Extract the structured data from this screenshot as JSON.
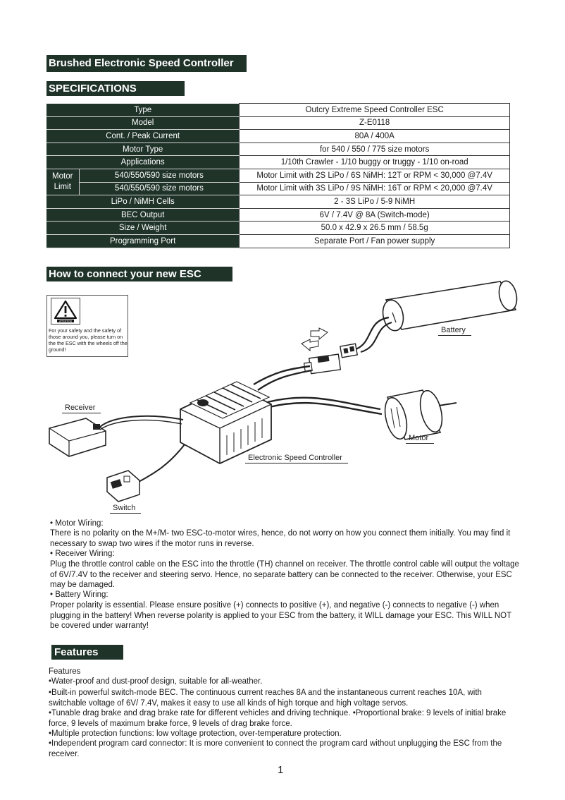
{
  "banners": {
    "title": "Brushed Electronic Speed Controller",
    "specifications": "SPECIFICATIONS",
    "connect": "How to connect your new ESC",
    "features": "Features"
  },
  "spec_table": {
    "rows": [
      {
        "label": "Type",
        "value": "Outcry Extreme Speed Controller ESC"
      },
      {
        "label": "Model",
        "value": "Z-E0118"
      },
      {
        "label": "Cont. / Peak Current",
        "value": "80A / 400A"
      },
      {
        "label": "Motor Type",
        "value": "for 540 / 550 / 775 size motors"
      },
      {
        "label": "Applications",
        "value": "1/10th Crawler - 1/10 buggy or truggy - 1/10 on-road"
      }
    ],
    "motor_limit": {
      "group_label_1": "Motor",
      "group_label_2": "Limit",
      "rows": [
        {
          "label": "540/550/590 size motors",
          "value": "Motor Limit with 2S LiPo / 6S NiMH: 12T or RPM < 30,000 @7.4V"
        },
        {
          "label": "540/550/590 size motors",
          "value": "Motor Limit with 3S LiPo / 9S NiMH: 16T or RPM < 20,000 @7.4V"
        }
      ]
    },
    "rows_after": [
      {
        "label": "LiPo / NiMH Cells",
        "value": "2 - 3S LiPo / 5-9 NiMH"
      },
      {
        "label": "BEC Output",
        "value": "6V / 7.4V @ 8A (Switch-mode)"
      },
      {
        "label": "Size / Weight",
        "value": "50.0 x 42.9 x 26.5 mm / 58.5g"
      },
      {
        "label": "Programming Port",
        "value": "Separate Port / Fan power supply"
      }
    ]
  },
  "warning": {
    "icon": "warning-triangle-icon",
    "icon_caption": "ATTENTION",
    "text": "For your safety and the safety of those around you, please turn on the  the ESC with the wheels off the ground!"
  },
  "diagram_labels": {
    "battery": "Battery",
    "receiver": "Receiver",
    "motor": "Motor",
    "esc": "Electronic Speed Controller",
    "switch": "Switch"
  },
  "wiring": {
    "motor_title": "• Motor Wiring:",
    "motor_body": "There is no polarity on the M+/M- two ESC-to-motor wires, hence, do not worry on how you connect them initially. You may find it necessary to swap two wires if the motor runs in reverse.",
    "receiver_title": "• Receiver Wiring:",
    "receiver_body": "Plug the throttle control cable on the ESC into the throttle (TH) channel on receiver. The throttle control cable will output the voltage of 6V/7.4V to the receiver and steering servo. Hence, no separate battery can be connected to the receiver. Otherwise, your ESC may be damaged.",
    "battery_title": "• Battery Wiring:",
    "battery_body": "Proper polarity is essential. Please ensure positive (+) connects to positive (+), and negative (-) connects to negative (-) when plugging in the battery! When reverse polarity is applied to your ESC from the battery, it WILL damage your ESC. This WILL NOT be covered under warranty!"
  },
  "features": {
    "heading": "Features",
    "items": [
      "•Water-proof and dust-proof design, suitable for all-weather.",
      "•Built-in powerful switch-mode BEC. The continuous current reaches 8A and the instantaneous current reaches 10A, with switchable voltage of 6V/ 7.4V, makes it easy to use all kinds of high torque and high voltage servos.",
      "•Tunable drag brake and drag brake rate for different vehicles and driving technique. •Proportional brake: 9 levels of initial brake force, 9 levels of maximum brake force, 9 levels of drag brake force.",
      "•Multiple protection functions: low voltage protection, over-temperature protection.",
      "•Independent program card connector: It is more convenient to connect the program card without unplugging the ESC from the receiver."
    ]
  },
  "page_number": "1"
}
